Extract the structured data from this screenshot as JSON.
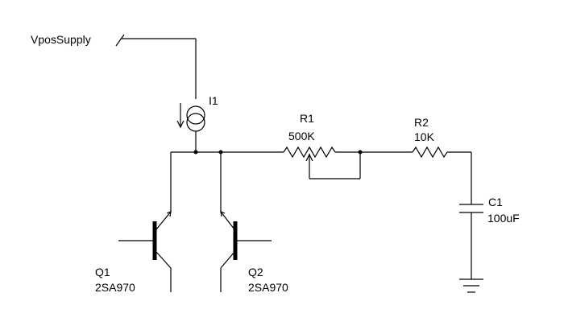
{
  "supply": {
    "label": "VposSupply"
  },
  "components": {
    "i1": {
      "ref": "I1",
      "value": ""
    },
    "r1": {
      "ref": "R1",
      "value": "500K"
    },
    "r2": {
      "ref": "R2",
      "value": "10K"
    },
    "c1": {
      "ref": "C1",
      "value": "100uF"
    },
    "q1": {
      "ref": "Q1",
      "value": "2SA970"
    },
    "q2": {
      "ref": "Q2",
      "value": "2SA970"
    }
  }
}
